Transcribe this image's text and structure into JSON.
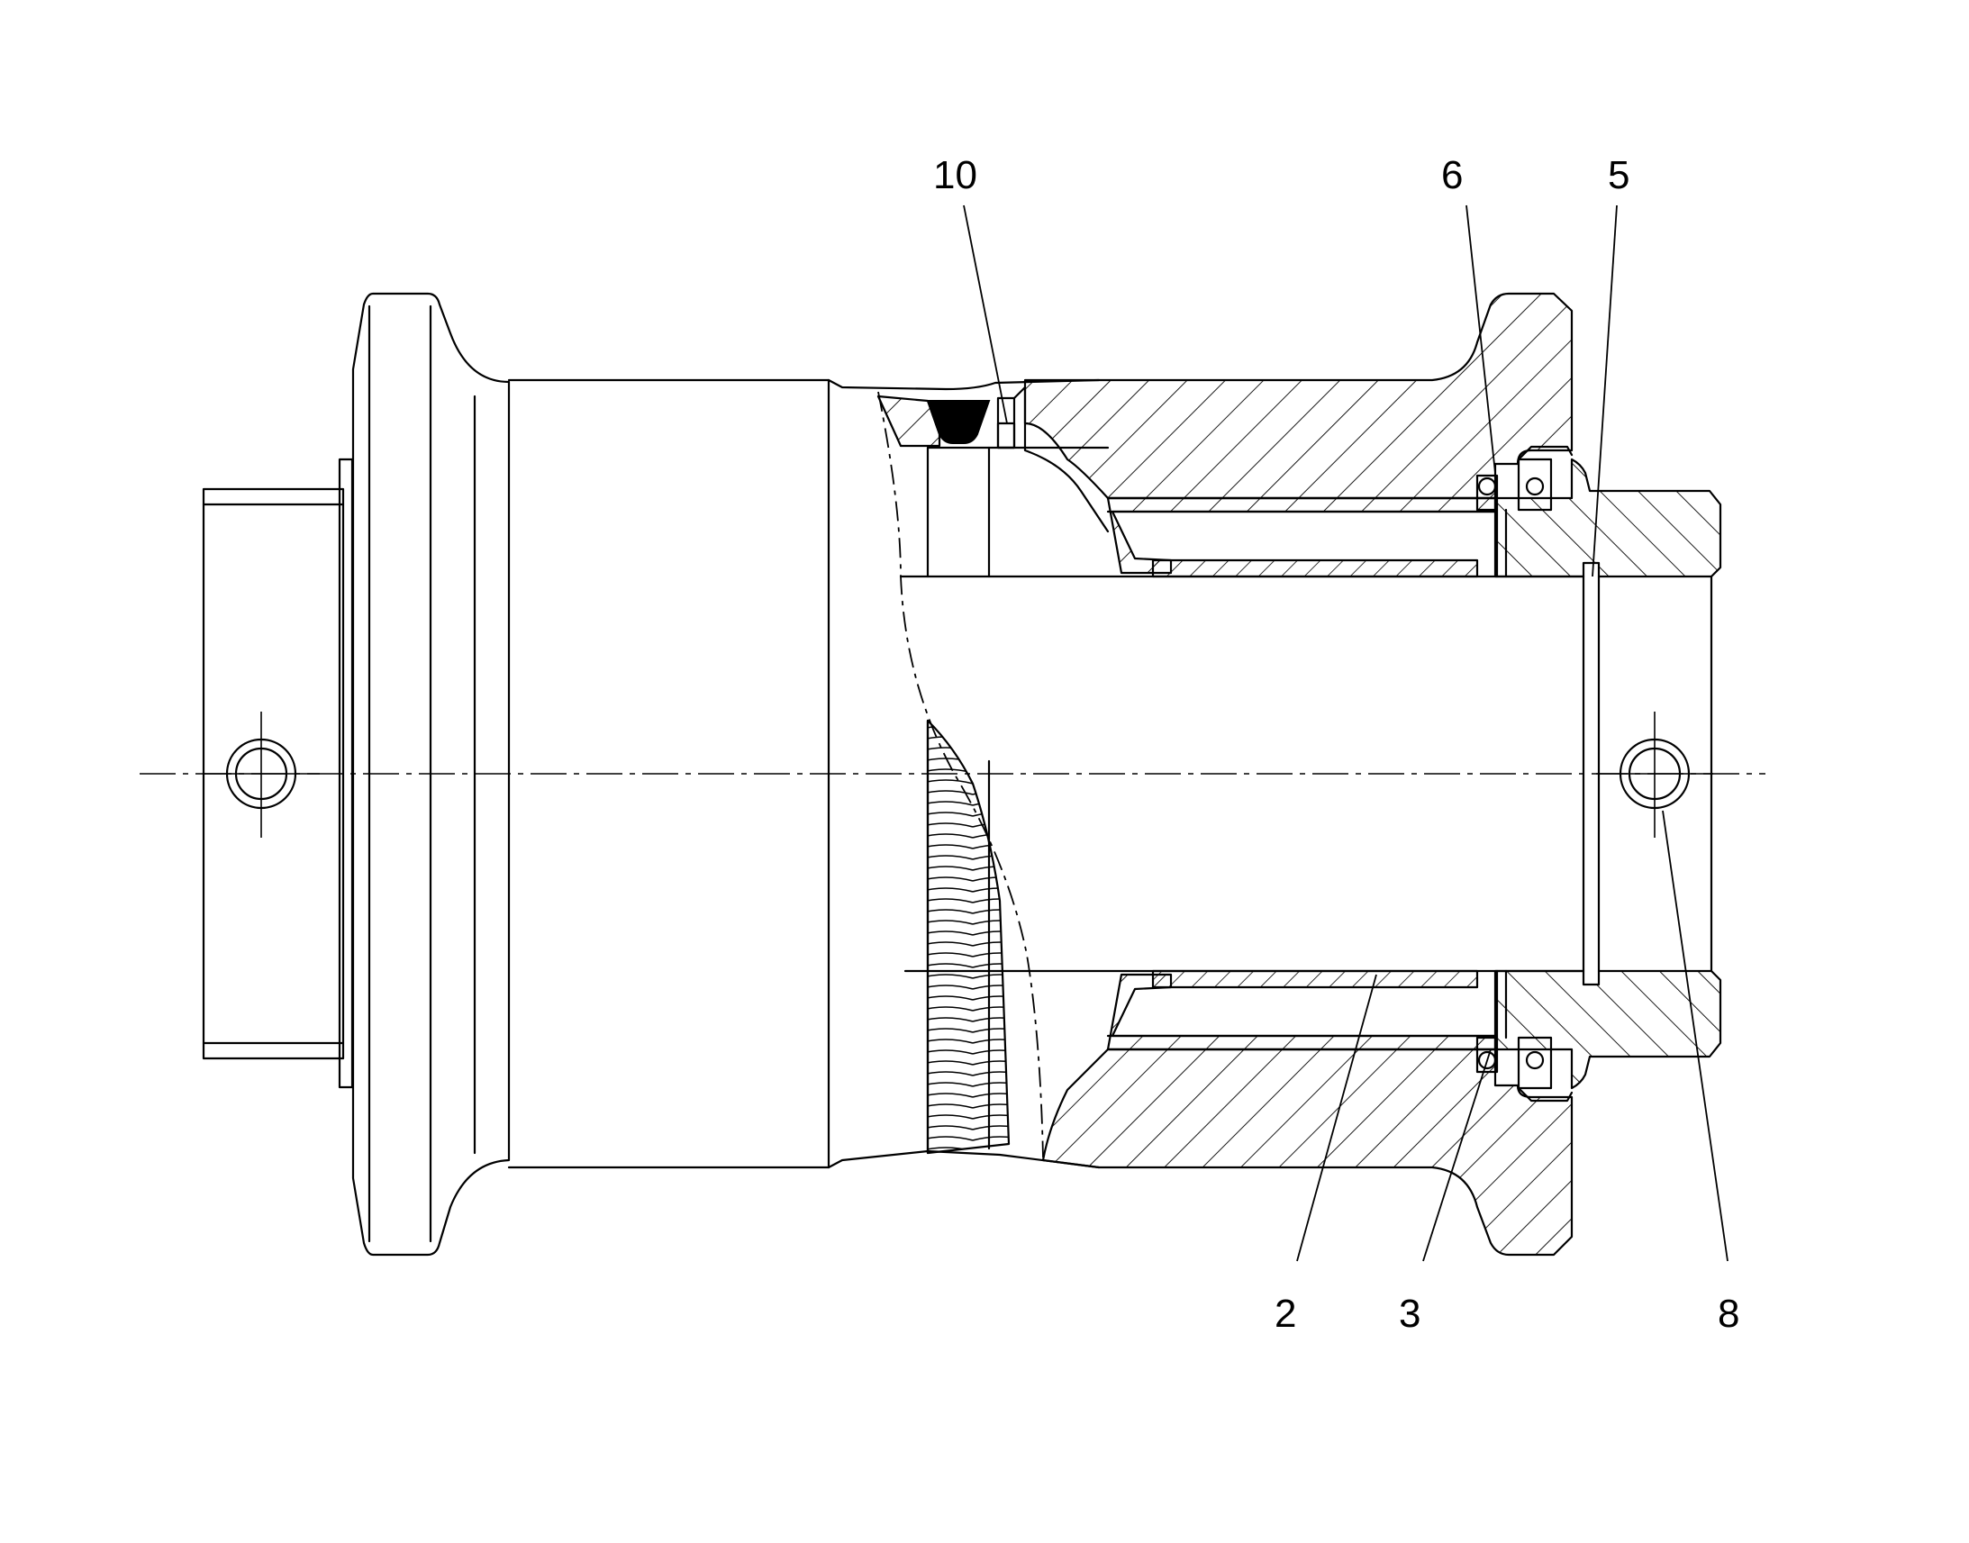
{
  "diagram": {
    "callouts": [
      {
        "id": "c10",
        "label": "10"
      },
      {
        "id": "c6",
        "label": "6"
      },
      {
        "id": "c5",
        "label": "5"
      },
      {
        "id": "c2",
        "label": "2"
      },
      {
        "id": "c3",
        "label": "3"
      },
      {
        "id": "c8",
        "label": "8"
      }
    ]
  }
}
